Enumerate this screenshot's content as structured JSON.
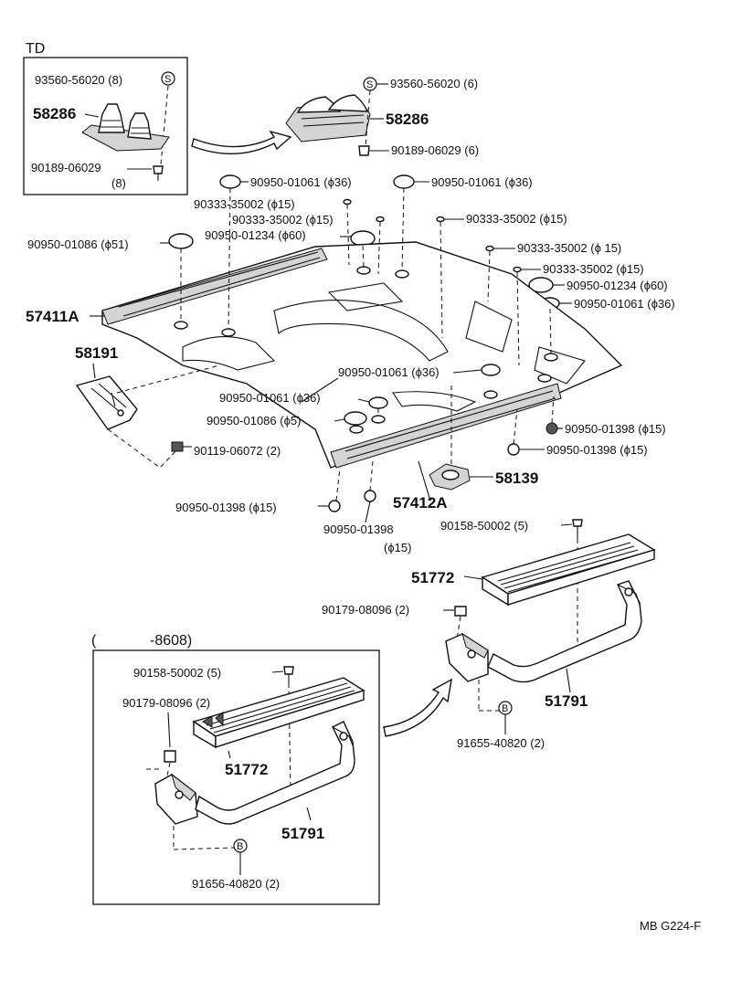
{
  "diagram": {
    "inset_td": {
      "title": "TD",
      "labels": {
        "clip_s": "93560-56020 (8)",
        "boot": "58286",
        "screw": "90189-06029",
        "screw_qty": "(8)"
      }
    },
    "inset_8608": {
      "title_open": "(",
      "title_code": "-8608)",
      "labels": {
        "bolt": "90158-50002 (5)",
        "nut": "90179-08096 (2)",
        "step_pad": "51772",
        "step_frame": "51791",
        "bolt_b": "91656-40820 (2)"
      }
    },
    "labels": {
      "clip_s": "93560-56020 (6)",
      "boot": "58286",
      "screw": "90189-06029 (6)",
      "plug_1061_a": "90950-01061 (ϕ36)",
      "plug_1061_b": "90950-01061 (ϕ36)",
      "plug_35002_a": "90333-35002 (ϕ15)",
      "plug_35002_b": "90333-35002 (ϕ15)",
      "plug_35002_c": "90333-35002 (ϕ15)",
      "plug_35002_d": "90333-35002 (ϕ 15)",
      "plug_35002_e": "90333-35002 (ϕ15)",
      "plug_1086_a": "90950-01086 (ϕ51)",
      "plug_1234_a": "90950-01234 (ϕ60)",
      "plug_1234_b": "90950-01234 (ϕ60)",
      "plug_1061_c": "90950-01061 (ϕ36)",
      "floor_pan": "57411A",
      "bracket": "58191",
      "plug_1061_d": "90950-01061 (ϕ36)",
      "plug_1061_e": "90950-01061 (ϕ36)",
      "plug_1086_b": "90950-01086 (ϕ5)",
      "plug_1398_a": "90950-01398 (ϕ15)",
      "plug_1398_b": "90950-01398 (ϕ15)",
      "bolt_06072": "90119-06072 (2)",
      "cover": "58139",
      "plug_1398_c": "90950-01398 (ϕ15)",
      "rear_pan": "57412A",
      "plug_1398_d": "90950-01398",
      "plug_1398_d_size": "(ϕ15)",
      "bolt_50002": "90158-50002 (5)",
      "step_pad": "51772",
      "nut_08096": "90179-08096 (2)",
      "step_frame": "51791",
      "bolt_40820": "91655-40820 (2)"
    },
    "s_marker": "S",
    "b_marker": "B",
    "footer_code": "MB G224-F"
  }
}
